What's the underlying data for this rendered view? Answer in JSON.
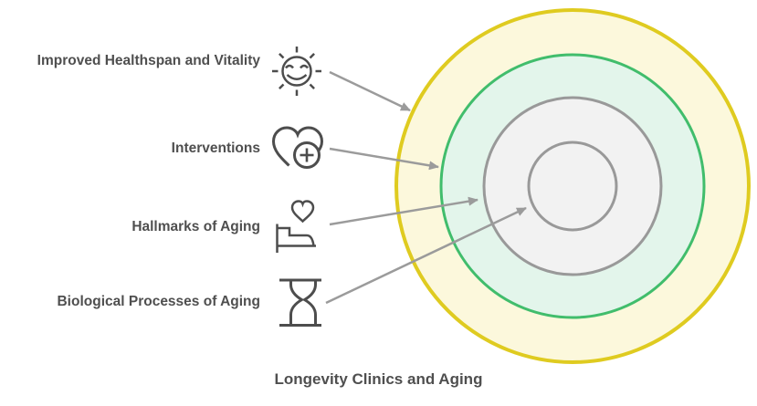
{
  "title": "Longevity Clinics and Aging",
  "labels": [
    {
      "text": "Improved Healthspan and Vitality",
      "icon": "smiling-sun-icon"
    },
    {
      "text": "Interventions",
      "icon": "heart-plus-icon"
    },
    {
      "text": "Hallmarks of Aging",
      "icon": "heart-bed-icon"
    },
    {
      "text": "Biological Processes of Aging",
      "icon": "hourglass-icon"
    }
  ],
  "rings": [
    {
      "fill": "#FCF8DC",
      "stroke": "#DFCB20"
    },
    {
      "fill": "#E3F5EB",
      "stroke": "#41BD6C"
    },
    {
      "fill": "#F2F2F2",
      "stroke": "#999999"
    },
    {
      "fill": "#F2F2F2",
      "stroke": "#999999"
    }
  ],
  "colors": {
    "text": "#4F4F4F",
    "icon": "#4D4D4D",
    "arrow": "#9B9B9B"
  }
}
